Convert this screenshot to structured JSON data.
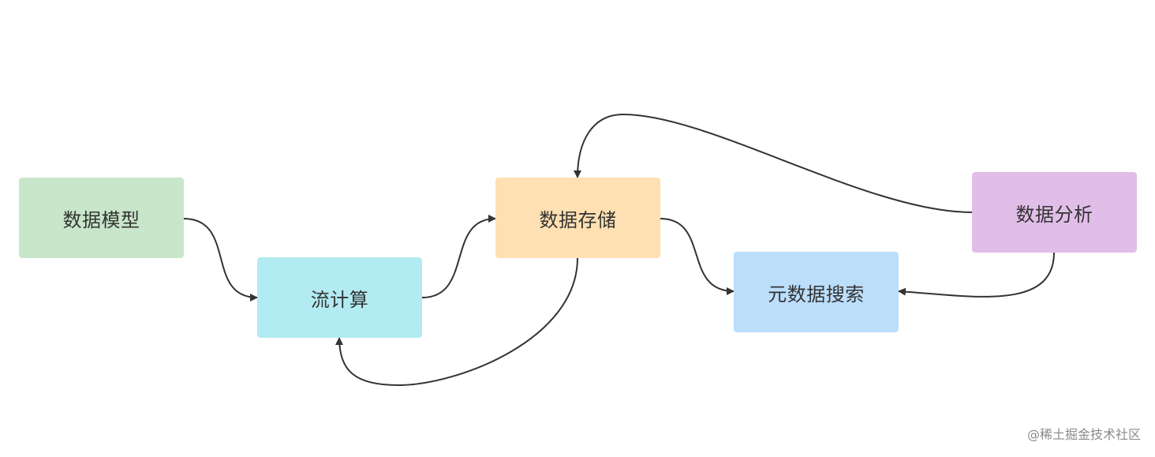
{
  "diagram": {
    "nodes": [
      {
        "id": "node-model",
        "label": "数据模型",
        "color": "#c8e6c9"
      },
      {
        "id": "node-stream",
        "label": "流计算",
        "color": "#b2ebf2"
      },
      {
        "id": "node-storage",
        "label": "数据存储",
        "color": "#ffe0b2"
      },
      {
        "id": "node-meta",
        "label": "元数据搜索",
        "color": "#bbdefb"
      },
      {
        "id": "node-analysis",
        "label": "数据分析",
        "color": "#e1bee7"
      }
    ],
    "edges": [
      {
        "from": "数据模型",
        "to": "流计算"
      },
      {
        "from": "流计算",
        "to": "数据存储"
      },
      {
        "from": "数据存储",
        "to": "流计算"
      },
      {
        "from": "数据存储",
        "to": "元数据搜索"
      },
      {
        "from": "数据分析",
        "to": "数据存储"
      },
      {
        "from": "数据分析",
        "to": "元数据搜索"
      }
    ],
    "edge_color": "#333333"
  },
  "watermark": "@稀土掘金技术社区"
}
